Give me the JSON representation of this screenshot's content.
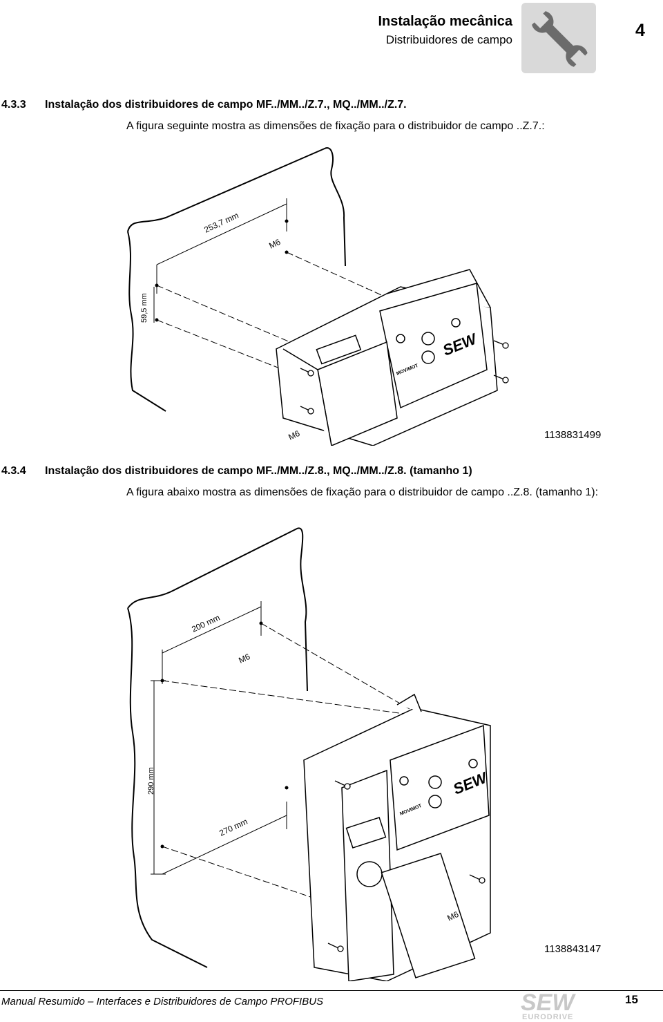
{
  "header": {
    "title": "Instalação mecânica",
    "subtitle": "Distribuidores de campo",
    "chapter": "4",
    "icon": "wrench-icon"
  },
  "section_1": {
    "number": "4.3.3",
    "title": "Instalação dos distribuidores de campo MF../MM../Z.7., MQ../MM../Z.7.",
    "text": "A figura seguinte mostra as dimensões de fixação para o distribuidor de campo ..Z.7.:",
    "figure": {
      "id": "1138831499",
      "dim_width": "253,7 mm",
      "dim_height": "59,5 mm",
      "screw_top": "M6",
      "screw_bottom": "M6",
      "brand": "SEW",
      "device_label": "MOVIMOT"
    }
  },
  "section_2": {
    "number": "4.3.4",
    "title": "Instalação dos distribuidores de campo MF../MM../Z.8., MQ../MM../Z.8. (tamanho 1)",
    "text": "A figura abaixo mostra as dimensões de fixação para o distribuidor de campo ..Z.8. (tamanho 1):",
    "figure": {
      "id": "1138843147",
      "dim_width": "200 mm",
      "dim_height": "290 mm",
      "dim_bottom": "270 mm",
      "screw_top": "M6",
      "screw_bottom": "M6",
      "brand": "SEW",
      "device_label": "MOVIMOT"
    }
  },
  "footer": {
    "text": "Manual Resumido – Interfaces e Distribuidores de Campo PROFIBUS",
    "page": "15",
    "logo_top": "SEW",
    "logo_bottom": "EURODRIVE"
  }
}
